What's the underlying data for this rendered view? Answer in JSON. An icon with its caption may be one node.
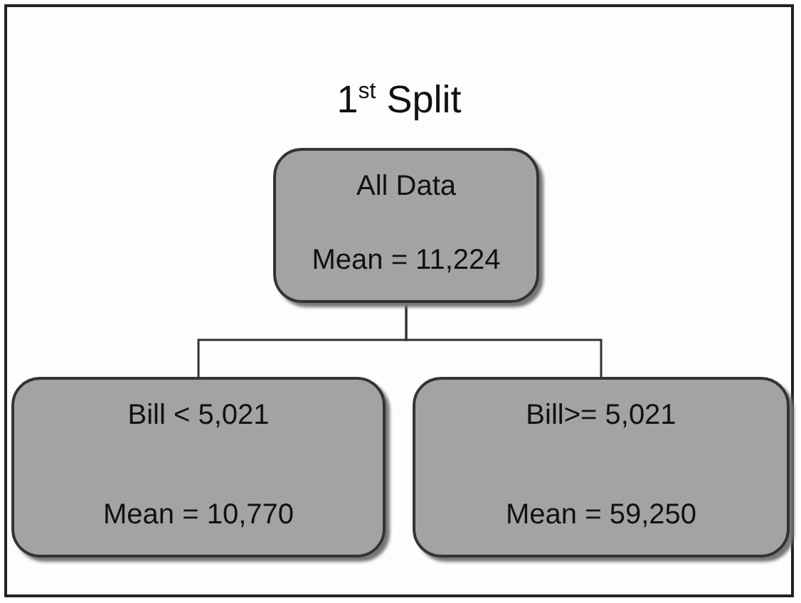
{
  "diagram": {
    "title": "1$^{st}$ Split",
    "nodes": [
      {
        "text": [
          "All Data",
          "Mean = 11,224"
        ]
      },
      {
        "text": [
          "Bill < 5,021",
          "Mean = 10,770"
        ]
      },
      {
        "text": [
          "Bill>= 5,021",
          "Mean = 59,250"
        ]
      }
    ],
    "edges": [
      {
        "from": 0,
        "to": 1,
        "arrow": "none"
      },
      {
        "from": 0,
        "to": 2,
        "arrow": "none"
      }
    ]
  }
}
